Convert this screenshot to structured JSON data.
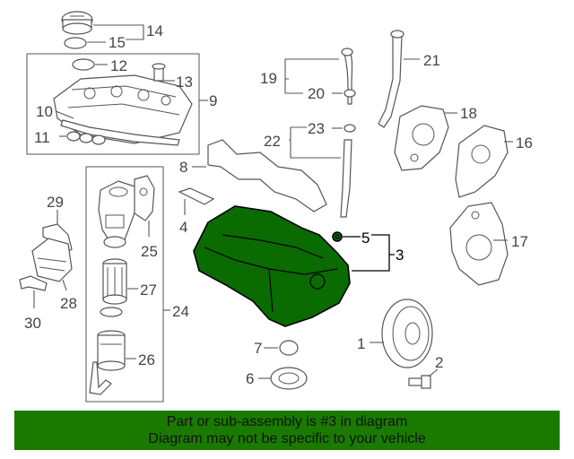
{
  "diagram": {
    "callouts": {
      "c1": "1",
      "c2": "2",
      "c3": "3",
      "c4": "4",
      "c5": "5",
      "c6": "6",
      "c7": "7",
      "c8": "8",
      "c9": "9",
      "c10": "10",
      "c11": "11",
      "c12": "12",
      "c13": "13",
      "c14": "14",
      "c15": "15",
      "c16": "16",
      "c17": "17",
      "c18": "18",
      "c19": "19",
      "c20": "20",
      "c21": "21",
      "c22": "22",
      "c23": "23",
      "c24": "24",
      "c25": "25",
      "c26": "26",
      "c27": "27",
      "c28": "28",
      "c29": "29",
      "c30": "30"
    },
    "highlight_color": "#0a6b00"
  },
  "banner": {
    "line1": "Part or sub-assembly is #3 in diagram",
    "line2": "Diagram may not be specific to your vehicle",
    "background": "#1a7a00"
  }
}
